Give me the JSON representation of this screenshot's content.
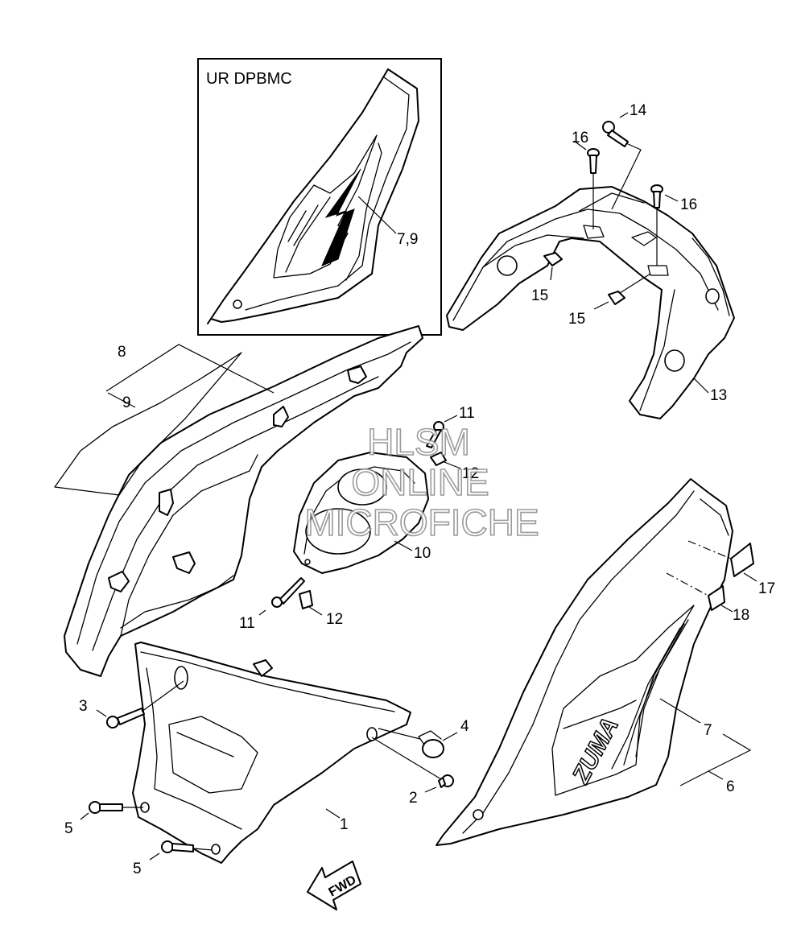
{
  "inset": {
    "label": "UR DPBMC"
  },
  "callouts": [
    {
      "id": "c1",
      "text": "1"
    },
    {
      "id": "c2",
      "text": "2"
    },
    {
      "id": "c3",
      "text": "3"
    },
    {
      "id": "c4",
      "text": "4"
    },
    {
      "id": "c5a",
      "text": "5"
    },
    {
      "id": "c5b",
      "text": "5"
    },
    {
      "id": "c6",
      "text": "6"
    },
    {
      "id": "c7",
      "text": "7"
    },
    {
      "id": "c79",
      "text": "7,9"
    },
    {
      "id": "c8",
      "text": "8"
    },
    {
      "id": "c9",
      "text": "9"
    },
    {
      "id": "c10",
      "text": "10"
    },
    {
      "id": "c11a",
      "text": "11"
    },
    {
      "id": "c11b",
      "text": "11"
    },
    {
      "id": "c12a",
      "text": "12"
    },
    {
      "id": "c12b",
      "text": "12"
    },
    {
      "id": "c13",
      "text": "13"
    },
    {
      "id": "c14",
      "text": "14"
    },
    {
      "id": "c15a",
      "text": "15"
    },
    {
      "id": "c15b",
      "text": "15"
    },
    {
      "id": "c16a",
      "text": "16"
    },
    {
      "id": "c16b",
      "text": "16"
    },
    {
      "id": "c17",
      "text": "17"
    },
    {
      "id": "c18",
      "text": "18"
    }
  ],
  "watermark": {
    "line1": "HLSM",
    "line2": "ONLINE",
    "line3": "MICROFICHE"
  },
  "fwd_arrow": {
    "label": "FWD"
  },
  "decal": {
    "text": "ZUMA"
  }
}
